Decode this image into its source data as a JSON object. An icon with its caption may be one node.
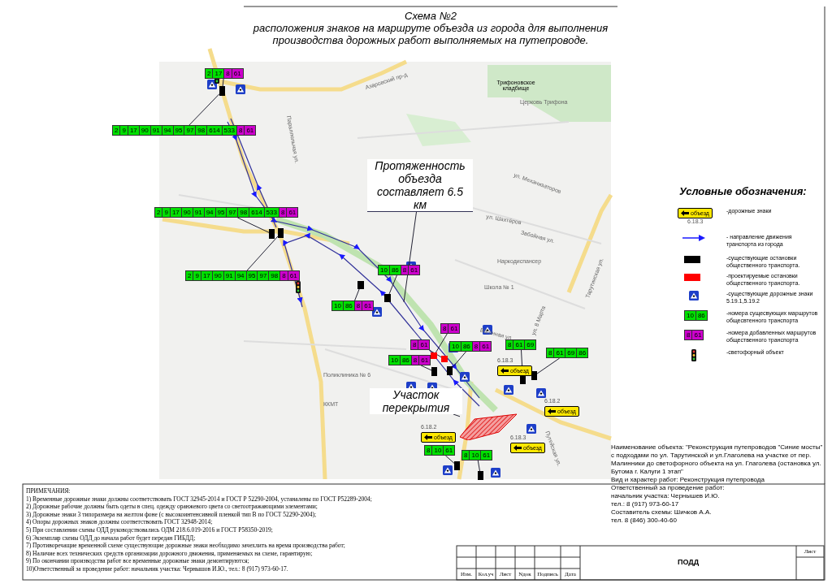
{
  "diagram": {
    "title": "Схема №2",
    "nodes": [
      {
        "text": [
          "2",
          "17",
          "8",
          "61"
        ]
      },
      {
        "text": [
          "2",
          "9",
          "17",
          "90",
          "91",
          "94",
          "95",
          "97",
          "98",
          "614",
          "533",
          "8",
          "61"
        ]
      },
      {
        "text": [
          "2",
          "9",
          "17",
          "90",
          "91",
          "94",
          "95",
          "97",
          "98",
          "614",
          "533",
          "8",
          "61"
        ]
      },
      {
        "text": [
          "2",
          "9",
          "17",
          "90",
          "91",
          "94",
          "95",
          "97",
          "98",
          "8",
          "61"
        ]
      },
      {
        "text": [
          "10",
          "86",
          "8",
          "61"
        ]
      },
      {
        "text": [
          "10",
          "86",
          "8",
          "61"
        ]
      },
      {
        "text": [
          "8",
          "61"
        ]
      },
      {
        "text": [
          "8",
          "61"
        ]
      },
      {
        "text": [
          "10",
          "86",
          "8",
          "61"
        ]
      },
      {
        "text": [
          "10",
          "86",
          "8",
          "61"
        ]
      },
      {
        "text": [
          "8",
          "61",
          "69"
        ]
      },
      {
        "text": [
          "8",
          "61",
          "69",
          "86"
        ]
      },
      {
        "text": [
          "8",
          "10",
          "61"
        ]
      },
      {
        "text": [
          "8",
          "10",
          "61"
        ]
      },
      {
        "text": [],
        "shape": "bar"
      },
      {
        "text": [],
        "shape": "bar"
      },
      {
        "text": [],
        "shape": "bar"
      },
      {
        "text": [],
        "shape": "bar"
      },
      {
        "text": [],
        "shape": "bar"
      },
      {
        "text": [],
        "shape": "bar"
      },
      {
        "text": [],
        "shape": "bar"
      },
      {
        "text": [],
        "shape": "bar"
      },
      {
        "text": [],
        "shape": "bar"
      },
      {
        "text": [],
        "shape": "bar"
      },
      {
        "text": [],
        "shape": "bar"
      },
      {
        "text": [],
        "shape": "bar"
      },
      {
        "text": [],
        "shape": "bar"
      },
      {
        "text": [
          "объезд"
        ],
        "beside": [
          "6.18.3"
        ]
      },
      {
        "text": [
          "объезд"
        ],
        "beside": [
          "6.18.2"
        ]
      },
      {
        "text": [
          "объезд"
        ],
        "beside": [
          "6.18.2"
        ]
      },
      {
        "text": [
          "объезд"
        ],
        "beside": [
          "6.18.3"
        ]
      },
      {
        "text": [
          "Протяженность объезда составляет 6.5 км"
        ]
      },
      {
        "text": [
          "Участок перекрытия"
        ]
      },
      {
        "text": [],
        "shape": "box"
      }
    ],
    "edges": [
      {
        "from": 0,
        "to": 14,
        "arrow": "none"
      },
      {
        "from": 1,
        "to": 14,
        "arrow": "none"
      },
      {
        "from": 2,
        "to": 15,
        "arrow": "none"
      },
      {
        "from": 3,
        "to": 16,
        "arrow": "none"
      },
      {
        "from": 4,
        "to": 17,
        "arrow": "none"
      },
      {
        "from": 5,
        "to": 18,
        "arrow": "none"
      },
      {
        "from": 6,
        "to": 19,
        "arrow": "none"
      },
      {
        "from": 7,
        "to": 20,
        "arrow": "none"
      },
      {
        "from": 8,
        "to": 21,
        "arrow": "none"
      },
      {
        "from": 9,
        "to": 22,
        "arrow": "none"
      },
      {
        "from": 10,
        "to": 23,
        "arrow": "none"
      },
      {
        "from": 11,
        "to": 24,
        "arrow": "none"
      },
      {
        "from": 12,
        "to": 25,
        "arrow": "none"
      },
      {
        "from": 13,
        "to": 26,
        "arrow": "none"
      },
      {
        "from": 31,
        "to": null,
        "arrow": "none"
      },
      {
        "from": 32,
        "to": 33,
        "arrow": "none"
      }
    ],
    "labels": [
      "расположения знаков на маршруте объезда из города для выполнения производства дорожных работ выполняемых на путепроводе.",
      "Азаровский пр-д",
      "Трифоновское кладбище",
      "Церковь Трифона",
      "Параллельная ул.",
      "ул. Механизаторов",
      "ул. Шахтёров",
      "Забойная ул.",
      "Наркодиспансер",
      "Школа № 1",
      "Тарутинская ул.",
      "Вагонная ул.",
      "ул. 8 Марта",
      "Поликлиника № 6",
      "ККМТ",
      "Путейская ул.",
      "Условные обозначения:",
      "объезд",
      "6.18.3",
      "10",
      "86",
      "8",
      "61",
      "ПРИМЕЧАНИЯ:",
      "1) Временные дорожные знаки должны соответствовать ГОСТ 32945-2014 и ГОСТ Р 52290-2004, устаналены по ГОСТ Р52289-2004;",
      "2) Дорожные рабочие должны быть одеты в спец. одежду оранжевого цвета со светоотражающими элементами;",
      "3) Дорожные знаки 3 типоразмера на желтом фоне (с высокоинтенсивной пленкой тип В по ГОСТ 52290-2004);",
      "4) Опоры дорожных знаков должны соответствовать ГОСТ 32948-2014;",
      "5) При составлении схемы ОДД руководствовались ОДМ 218.6.019-2016 и ГОСТ Р58350-2019;",
      "6) Экземпляр схемы ОДД до начала работ будет передан ГИБДД;",
      "7) Противоречащие временной схеме существующие дорожные знаки необходимо зачехлить на время производства работ;",
      "8) Наличие всех технических средств организации дорожного движения, применяемых на схеме, гарантирую;",
      "9) По окончании производства работ все временные дорожные знаки демонтируются;",
      "10)Ответственный за проведение работ: начальник участка: Чернышов И.Ю., тел.: 8 (917) 973-60-17.",
      "Наименование объекта: \"Реконструкция путепроводов \"Синие мосты\" с подходами по ул. Тарутинской и ул.Глаголева на участке от пер. Малинники до светофорного объекта на ул. Глаголева (остановка ул. Бутома г. Калуги 1 этап\"",
      "Вид и характер работ: Реконструкция путепровода",
      "Ответственный за проведение работ:",
      "начальник участка: Чернышев И.Ю.",
      "тел.: 8 (917) 973-60-17",
      "Составитель схемы: Шичков А.А.",
      "тел. 8 (846) 300-40-60",
      "Изм.",
      "Кол.уч",
      "Лист",
      "Nдок",
      "Подпись",
      "Дата",
      "ПОДД",
      "Лист"
    ],
    "legend": [
      {
        "text": "-дорожные знаки"
      },
      {
        "text": "- направление движения транспорта из города"
      },
      {
        "text": "-существующие остановки общественного транспорта.",
        "color": "#000000"
      },
      {
        "text": "-проектируемые остановки общественного транспорта.",
        "color": "#ff0000"
      },
      {
        "text": "-существующие дорожные знаки 5.19.1,5.19.2"
      },
      {
        "text": "-номера сущесвующих маршрутов общесвтенного транспорта",
        "color": "#00e000"
      },
      {
        "text": "-номера добавленных маршрутов общественного транспорта",
        "color": "#cc00cc"
      },
      {
        "text": "-светофорный объект"
      }
    ]
  }
}
